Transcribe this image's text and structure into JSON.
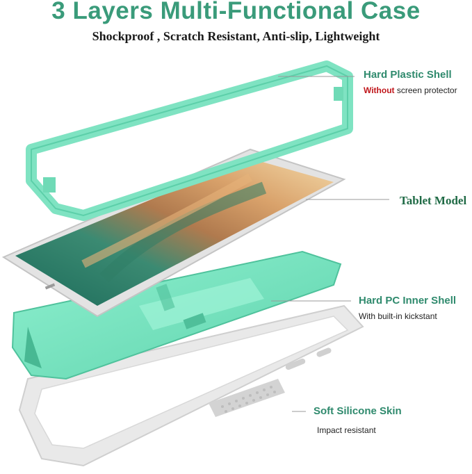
{
  "header": {
    "title": "3 Layers Multi-Functional Case",
    "subtitle": "Shockproof , Scratch Resistant, Anti-slip, Lightweight"
  },
  "layers": [
    {
      "title": "Hard Plastic Shell",
      "note_emphasis": "Without",
      "note": " screen protector"
    },
    {
      "title": "Tablet Model"
    },
    {
      "title": "Hard PC Inner Shell",
      "note": "With built-in kickstant"
    },
    {
      "title": "Soft Silicone Skin",
      "note": "Impact resistant"
    }
  ],
  "colors": {
    "accent": "#3a9b7a",
    "mint": "#7fe3c2",
    "silicone": "#e8e8e8",
    "warning": "#c0161b"
  }
}
